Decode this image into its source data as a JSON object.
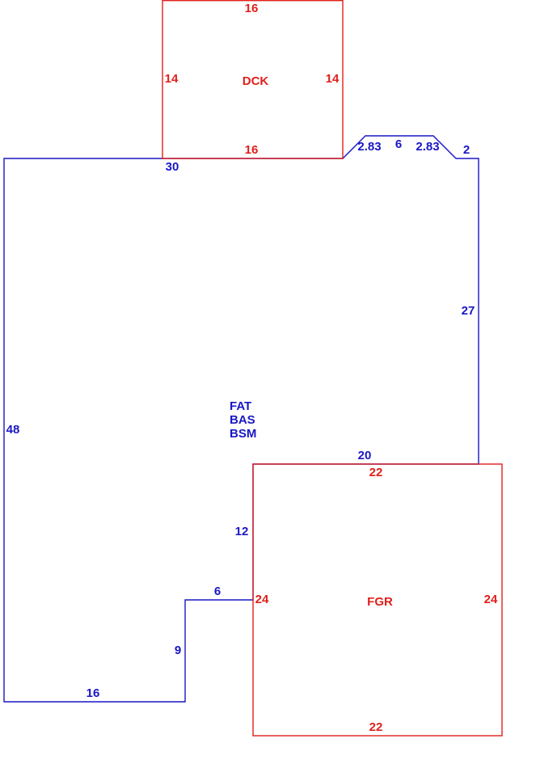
{
  "colors": {
    "main": "#1a17c4",
    "attached": "#e0201b"
  },
  "main_area": {
    "codes": [
      "FAT",
      "BAS",
      "BSM"
    ],
    "sides": {
      "top_left": "30",
      "bevel_left": "2.83",
      "bevel_top": "6",
      "bevel_right": "2.83",
      "top_right": "2",
      "right": "27",
      "bottom_right": "20",
      "inner_vertical": "12",
      "inner_horizontal": "6",
      "lower_vertical": "9",
      "bottom": "16",
      "left": "48"
    }
  },
  "deck": {
    "code": "DCK",
    "sides": {
      "top": "16",
      "left": "14",
      "right": "14",
      "bottom": "16"
    }
  },
  "garage": {
    "code": "FGR",
    "sides": {
      "top": "22",
      "left": "24",
      "right": "24",
      "bottom": "22"
    }
  }
}
